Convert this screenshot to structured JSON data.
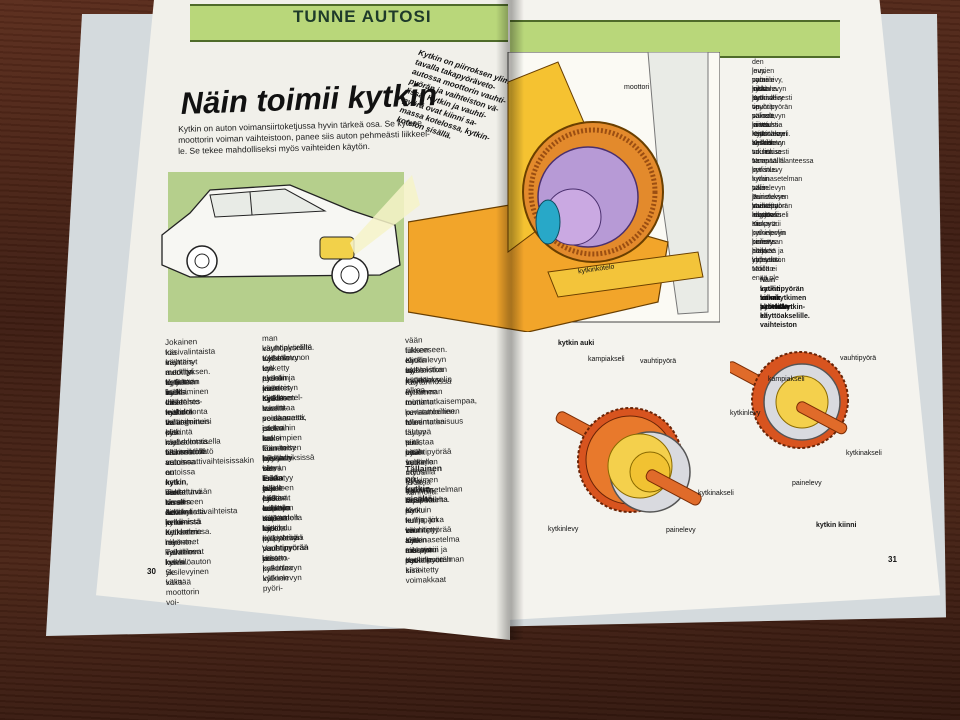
{
  "banner": {
    "title": "TUNNE AUTOSI"
  },
  "heading": "Näin toimii kytkin",
  "intro": [
    "Kytkin on auton voimansiirtoketjussa hyvin tärkeä osa. Se kytkee",
    "moottorin voiman vaihteistoon, panee siis auton pehmeästi liikkeel-",
    "le. Se tekee mahdolliseksi myös vaihteiden käytön."
  ],
  "callout": [
    "Kytkin on piirroksen ylim-",
    "tavalla takapyöräveto-",
    "autossa moottorin vauhti-",
    "pyörän ja vaihteiston vä-",
    "lissä. Kytkin ja vauhti-",
    "pyörä ovat kiinni sa-",
    "massa kotelossa, kytkin-",
    "kotelon sisällä."
  ],
  "diagram_labels": {
    "moottori": "moottori",
    "kytkinkotelo": "kytkinkotelo",
    "kytkin_auki": "kytkin auki",
    "kytkin_kiinni": "kytkin kiinni",
    "kampiakseli": "kampiakseli",
    "vauhtipyora": "vauhtipyörä",
    "kytkinlevy": "kytkinlevy",
    "kytkinakseli": "kytkinakseli",
    "painelevy": "painelevy"
  },
  "col1": [
    "Jokainen käsivalintaista vaihteis-",
    "toa käyttänyt autoilija tietää kytki-",
    "men merkityksen. Kytkimen avulla",
    "moottori kytketään irti vaihteisto-",
    "ta, joten vaihtaminen tulee mahdol-",
    "liseksi. Ilman kytkintä vaihtaminen",
    "olisi lähes mahdotonta tai vaih-",
    "teisto vahingoittuisi pian.",
    "Ilman kytkintä myös liikkeellelähtö",
    "olisi mahdotonta. Normaalisti vain",
    "käsivalintaisella vaihteistolla varus-",
    "tetuissa autoissa on kytkin. Toki",
    "automaattivaihteisissakin autoissa",
    "on kytkin, mutta se on kovin erilai-",
    "nen verrattuna tässä artikkelissa",
    "käsiteltävään tavalliseen kitkakyt-",
    "kimeen. Automaattivaihteista ja nii-",
    "den kytkimistä kerromme myö-",
    "hemmissä artikkeleissa.",
    "Kytkinten rakenteet vaihtelevat",
    "hieman. Tavallinen henkilöauton",
    "kytkin on kuiva yksilevyinen kitka-",
    "kytkin. Se välittää moottorin voi-"
  ],
  "col2": [
    "man vauhtipyörältä vaihteiston",
    "käyttöakselille. Kytkinlevy on uri-",
    "tuksella kytketty tuohon vaihteis-",
    "ton akseliin ja se sijaitsee vauhti-",
    "pyörän ja kiinnitetyn kytkinsetel-",
    "man sisällä.",
    "Kytkimen toimintaa voidaan",
    "kuvata seuraavasti: otetaan kaksi",
    "porakonetta, joiden molempien",
    "istukoihin on kiinnitetty hiomalai-",
    "kat. Toinen käy ja sen laikka paine-",
    "taan toisen pysähdyksissä olevan",
    "laikkaan kiinni. Ensin laikat luista-",
    "vat, mutta hiljalleen toisen nopeus",
    "lisääntyy ja hetken kuluttua molem-",
    "mat pyörivät samalla nopeudella",
    "eikä laikkojen välissä tapahdu",
    "enää mitään luistoa.",
    "Kun auton kytkin päästetään",
    "kiinni, kytkinlevy puristuu mootto-",
    "rin pyörivää vauhtipyörää vasten.",
    "Vauhtipyörän ja kytkinlevyn välinen",
    "kitka pakottaa kytkinlevyn pyöri-"
  ],
  "col3": [
    "vään liikkeeseen. Kytkinlevyn ak-",
    "tuksen avulla kytkinkitkan kytkinlevy",
    "eli vaihteiston käyttöakselin alkaa",
    "myös pyöriä.",
    "Käytännössä kytkimen toiminta",
    "on hieman monimutkaisempaa,",
    "mutta periaatteellinen toiminta on",
    "kuvatunlainen. Monimutkaisuus",
    "tulee lähinnä siitä, että kytkimen",
    "täytyy puristaa vauhtipyörää var-",
    "ten hyvin suurella voimalla ja se",
    "pitää voida myös irrottaa kunnolla."
  ],
  "subheading": "Tällainen on kytkin sisältä",
  "col3b": [
    "Kytkimen toiminta tapahtuu ki-",
    "kytkinasetelman sisäpuolelta. Kyt-",
    "kinasetelma on kuin kulho, joka on",
    "pantu nurinpäin vauhtipyörää vas-",
    "ten ja kiinnitetty siihen tukevin ruu-",
    "vein. Kytkinasetelma siis pyörii",
    "aina moottorin ja vauhtipyörän",
    "mukana. Kytkinasetelman sisä-",
    "puolelle on kiinnitetty voimakkaat"
  ],
  "right_col": [
    "den jousien varassi siistä pyörivä",
    "levy, painelevy, joka luonnollisesti",
    "pyörii kytkinlevyn ja vauhtipyörän",
    "mukana.",
    "Kytkinlevy on painelevyn ja vauhti-",
    "tipyörän välissä, mutta kummas-",
    "sakaan kiinni. Kytkinlevyn keskiön",
    "uritetussa reiässä on vaihteiston",
    "käyttöakseli. Kytkinlevy voi liukua",
    "akselin suuntaisesti sen päällä ur-",
    "tuksen varassa.",
    "Normaalitilanteessa kytkinlevy",
    "puristuu kytkinasetelman tuke-",
    "tuvan painelevyn ja vauhtipyörän",
    "väliin. Puristuksen saavat aikaan",
    "painelevyn jouset tai levyjousi.",
    "Vaihteiston käyttöakseli siis pyörii",
    "moottorin mukana.",
    "Kun kytkinpoljin painetaan alas,",
    "painelevyn puristus heikkää ja kyt-",
    "kinlevy pääsee vapaaksi. Mootto-",
    "rin ja vaihteiston välillä ei enää ole",
    "yhteyttä."
  ],
  "caption_right": [
    "Näin kytkin toimii: pyörivän",
    "vauhtipyörän voima välitetään",
    "kitkakytkimen kautta kytkin-",
    "akselille eli vaihteiston",
    "käyttöakselille."
  ],
  "page_numbers": {
    "left": "30",
    "right": "31"
  }
}
